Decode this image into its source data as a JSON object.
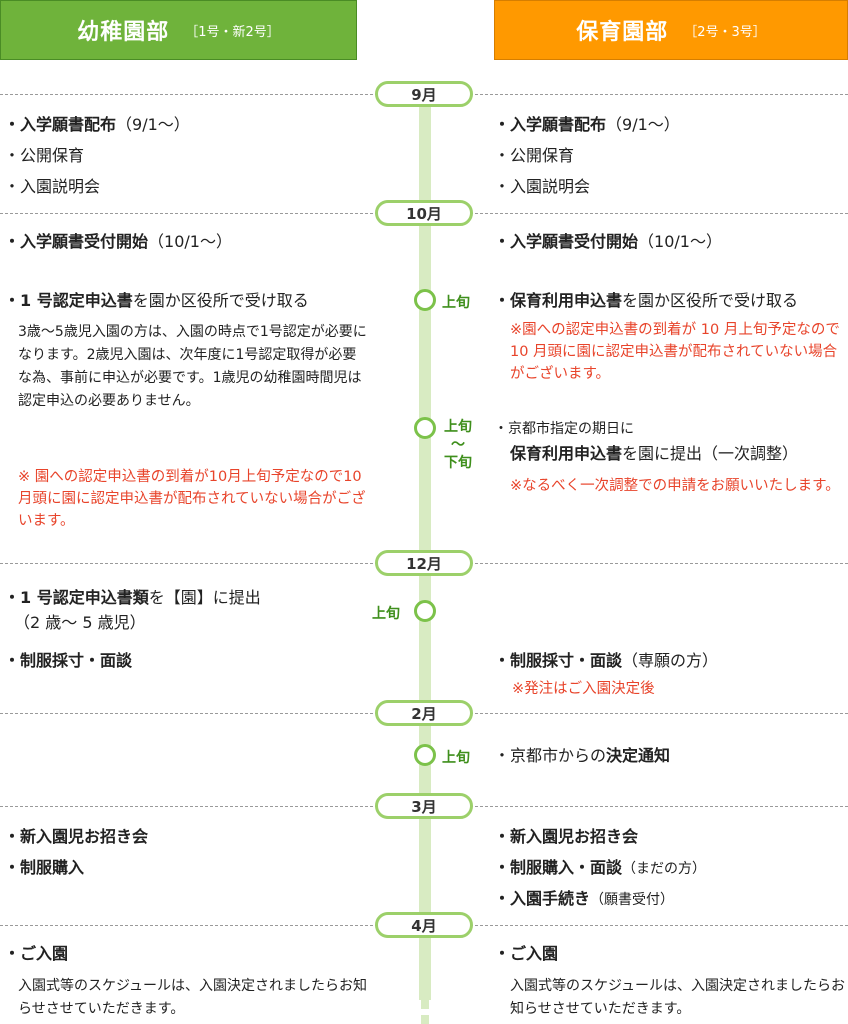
{
  "header": {
    "kindergarten_title": "幼稚園部",
    "kindergarten_sub": "［1号・新2号］",
    "nursery_title": "保育園部",
    "nursery_sub": "［2号・3号］"
  },
  "months": [
    "9月",
    "10月",
    "12月",
    "2月",
    "3月",
    "4月"
  ],
  "timeline_labels": {
    "oct_early": "上旬",
    "oct_range_start": "上旬",
    "oct_range_tilde": "〜",
    "oct_range_end": "下旬",
    "dec_early": "上旬",
    "feb_early": "上旬"
  },
  "left": {
    "sep_item1_bold": "入学願書配布",
    "sep_item1_rest": "（9/1〜）",
    "sep_item2": "公開保育",
    "sep_item3": "入園説明会",
    "oct_item1_bold": "入学願書受付開始",
    "oct_item1_rest": "（10/1〜）",
    "oct_item2_bold": "1 号認定申込書",
    "oct_item2_rest": "を園か区役所で受け取る",
    "oct_body": "3歳〜5歳児入園の方は、入園の時点で1号認定が必要になります。2歳児入園は、次年度に1号認定取得が必要な為、事前に申込が必要です。1歳児の幼稚園時間児は認定申込の必要ありません。",
    "oct_note": "※ 園への認定申込書の到着が10月上旬予定なので10月頭に園に認定申込書が配布されていない場合がございます。",
    "dec_item1_bold": "1 号認定申込書類",
    "dec_item1_rest": "を【園】に提出",
    "dec_item1_sub": "（2 歳〜 5 歳児）",
    "dec_item2_bold": "制服採寸・面談",
    "mar_item1_bold": "新入園児お招き会",
    "mar_item2_bold": "制服購入",
    "apr_item1_bold": "ご入園",
    "apr_body": "入園式等のスケジュールは、入園決定されましたらお知らせさせていただきます。"
  },
  "right": {
    "sep_item1_bold": "入学願書配布",
    "sep_item1_rest": "（9/1〜）",
    "sep_item2": "公開保育",
    "sep_item3": "入園説明会",
    "oct_item1_bold": "入学願書受付開始",
    "oct_item1_rest": "（10/1〜）",
    "oct_item2_bold": "保育利用申込書",
    "oct_item2_rest": "を園か区役所で受け取る",
    "oct_note1": "※園への認定申込書の到着が 10 月上旬予定なので 10 月頭に園に認定申込書が配布されていない場合がございます。",
    "oct_item3_line1": "京都市指定の期日に",
    "oct_item3_bold": "保育利用申込書",
    "oct_item3_rest": "を園に提出（一次調整）",
    "oct_note2": "※なるべく一次調整での申請をお願いいたします。",
    "dec_item_bold": "制服採寸・面談",
    "dec_item_rest": "（専願の方）",
    "dec_note": "※発注はご入園決定後",
    "feb_item_pre": "京都市からの",
    "feb_item_bold": "決定通知",
    "mar_item1_bold": "新入園児お招き会",
    "mar_item2_bold": "制服購入・面談",
    "mar_item2_rest": "（まだの方）",
    "mar_item3_bold": "入園手続き",
    "mar_item3_rest": "（願書受付）",
    "apr_item1_bold": "ご入園",
    "apr_body": "入園式等のスケジュールは、入園決定されましたらお知らせさせていただきます。"
  },
  "bullet": "・"
}
